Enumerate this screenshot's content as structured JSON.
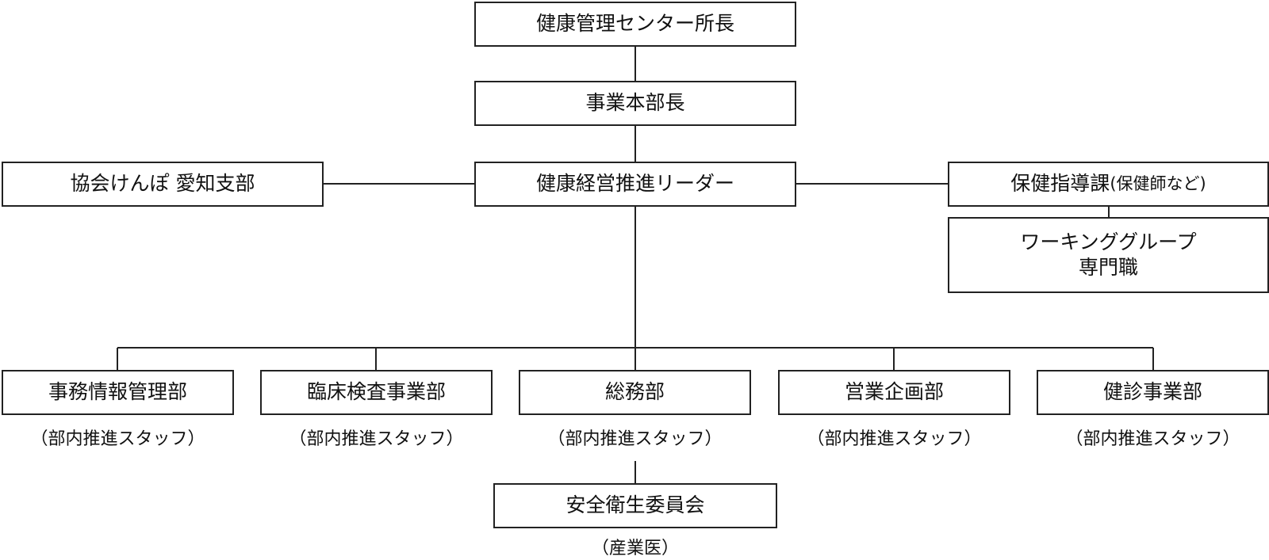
{
  "chart": {
    "top": {
      "director": "健康管理センター所長",
      "division_head": "事業本部長",
      "leader": "健康経営推進リーダー"
    },
    "left_partner": "協会けんぽ 愛知支部",
    "right": {
      "guidance": "保健指導課",
      "guidance_note": "(保健師など)",
      "working_group_line1": "ワーキンググループ",
      "working_group_line2": "専門職"
    },
    "departments": [
      {
        "name": "事務情報管理部",
        "staff": "（部内推進スタッフ）"
      },
      {
        "name": "臨床検査事業部",
        "staff": "（部内推進スタッフ）"
      },
      {
        "name": "総務部",
        "staff": "（部内推進スタッフ）"
      },
      {
        "name": "営業企画部",
        "staff": "（部内推進スタッフ）"
      },
      {
        "name": "健診事業部",
        "staff": "（部内推進スタッフ）"
      }
    ],
    "committee": {
      "name": "安全衛生委員会",
      "note": "（産業医）"
    }
  }
}
